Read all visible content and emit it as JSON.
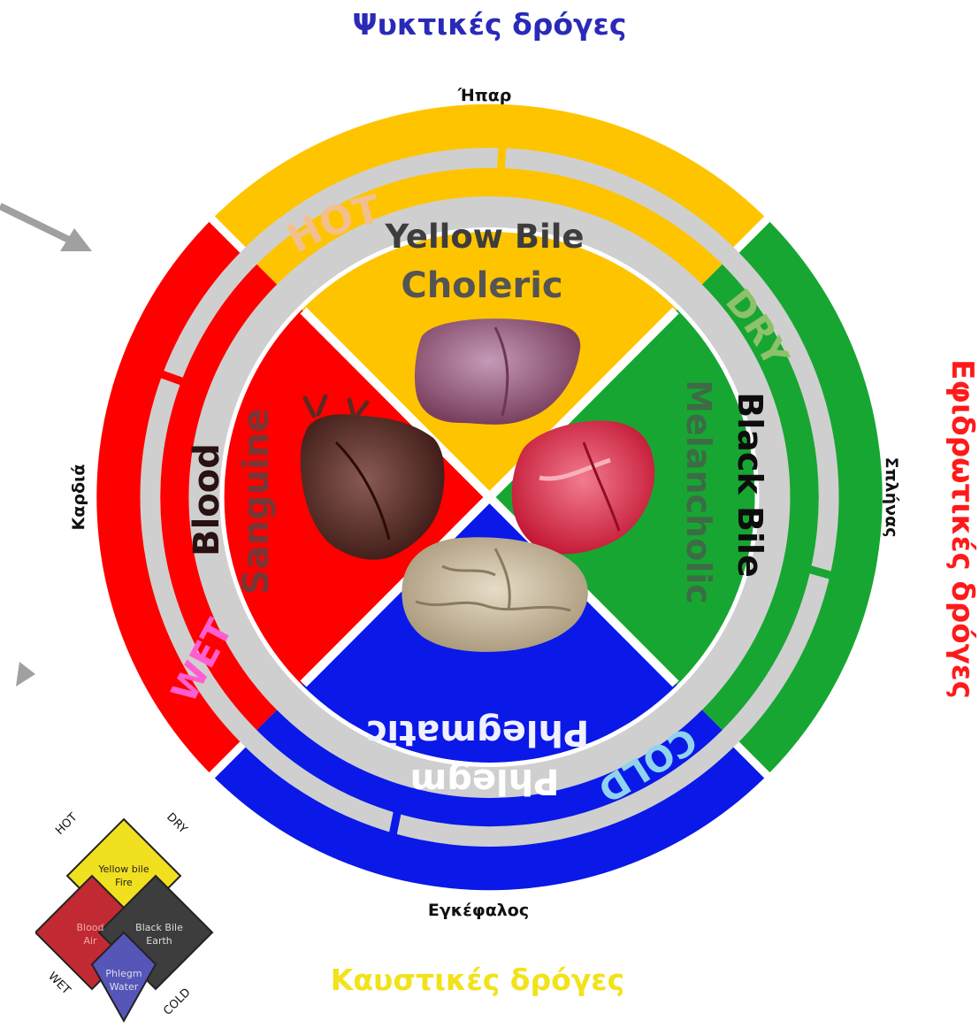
{
  "headings": {
    "top": "Ψυκτικές δρόγες",
    "bottom": "Καυστικές δρόγες",
    "right": "Εφιδρωτικές δρόγες"
  },
  "organs": {
    "top": "Ήπαρ",
    "left": "Καρδιά",
    "right": "Σπλήνας",
    "bottom": "Εγκέφαλος"
  },
  "qualities": {
    "hot": "HOT",
    "dry": "DRY",
    "wet": "WET",
    "cold": "COLD"
  },
  "humors": {
    "yellow": {
      "name": "Yellow Bile",
      "temperament": "Choleric"
    },
    "black": {
      "name": "Black Bile",
      "temperament": "Melancholic"
    },
    "blood": {
      "name": "Blood",
      "temperament": "Sanguine"
    },
    "phlegm": {
      "name": "Phlegm",
      "temperament": "Phlegmatic"
    }
  },
  "legend": {
    "hot": "HOT",
    "dry": "DRY",
    "wet": "WET",
    "cold": "COLD",
    "yellow": {
      "line1": "Yellow bile",
      "line2": "Fire"
    },
    "blood": {
      "line1": "Blood",
      "line2": "Air"
    },
    "black": {
      "line1": "Black Bile",
      "line2": "Earth"
    },
    "phlegm": {
      "line1": "Phlegm",
      "line2": "Water"
    }
  },
  "colors": {
    "yellow": "#ffc400",
    "red": "#ff0000",
    "green": "#17a632",
    "blue": "#0a18e8",
    "ring": "#cfcfcf",
    "heading_top": "#2a2ab8",
    "heading_bottom": "#f2e21a",
    "heading_right": "#ff1a1a"
  },
  "icons": [
    "liver-icon",
    "heart-icon",
    "spleen-icon",
    "brain-icon",
    "arrow-icon"
  ]
}
